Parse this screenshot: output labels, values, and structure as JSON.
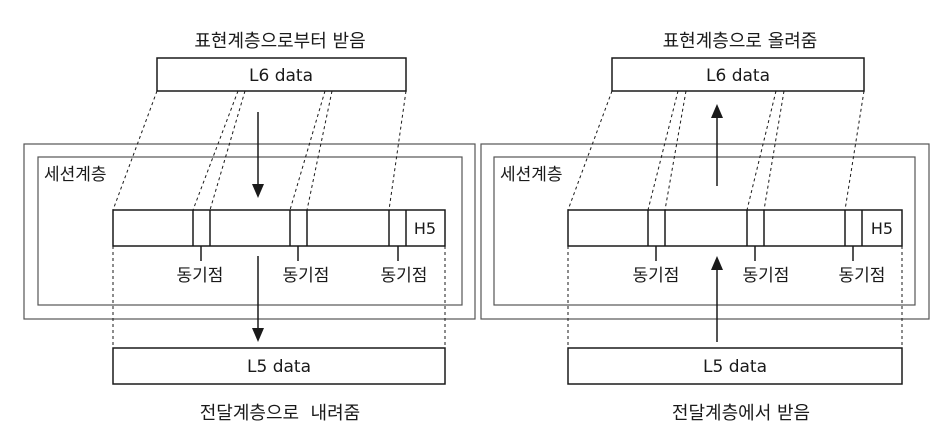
{
  "left": {
    "top_caption": "표현계층으로부터 받음",
    "top_box": "L6 data",
    "layer_label": "세션계층",
    "header": "H5",
    "sync_labels": [
      "동기점",
      "동기점",
      "동기점"
    ],
    "bottom_box": "L5 data",
    "bottom_caption": "전달계층으로  내려줌"
  },
  "right": {
    "top_caption": "표현계층으로 올려줌",
    "top_box": "L6 data",
    "layer_label": "세션계층",
    "header": "H5",
    "sync_labels": [
      "동기점",
      "동기점",
      "동기점"
    ],
    "bottom_box": "L5 data",
    "bottom_caption": "전달계층에서 받음"
  },
  "colors": {
    "line": "#1a1a1a",
    "frame": "#555555"
  }
}
